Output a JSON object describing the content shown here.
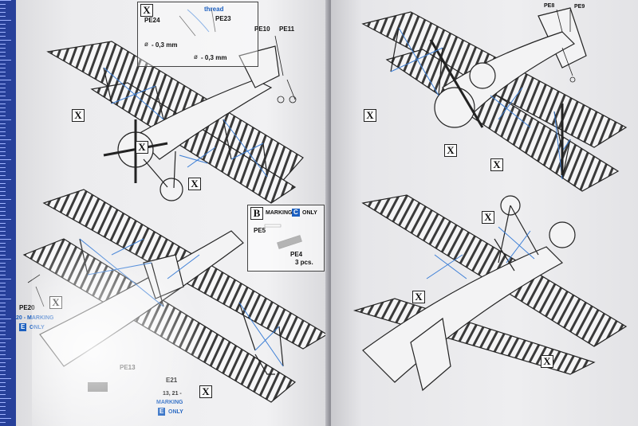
{
  "left_page": {
    "detail_x": {
      "letter": "X",
      "thread_label": "thread",
      "part_a": "PE24",
      "part_b": "PE23",
      "dia_a": "- 0,3 mm",
      "dia_b": "- 0,3 mm",
      "circle_symbol": "ø"
    },
    "part_pe10": "PE10",
    "part_pe11": "PE11",
    "detail_b": {
      "letter": "B",
      "marking_label": "MARKING",
      "marking_code": "C",
      "only_label": "ONLY",
      "part": "PE5",
      "part_pe4": "PE4",
      "quantity": "3 pcs."
    },
    "part_pe20": "PE20",
    "note_pe20_line1": "20 - MARKING",
    "note_pe20_code": "E",
    "note_pe20_only": "ONLY",
    "part_pe13": "PE13",
    "part_pe21": "E21",
    "note_bottom_line1": "13, 21 -",
    "note_bottom_line2": "MARKING",
    "note_bottom_code": "E",
    "note_bottom_only": "ONLY",
    "x_marks": [
      "X",
      "X",
      "X",
      "X",
      "X"
    ]
  },
  "right_page": {
    "part_pe8": "PE8",
    "part_pe9": "PE9",
    "x_marks": [
      "X",
      "X",
      "X",
      "X",
      "X",
      "X"
    ]
  },
  "colors": {
    "rigging_wire": "#3d7fd6",
    "page": "#efeff1",
    "ink": "#222222",
    "accent_blue": "#1b5fbf"
  }
}
